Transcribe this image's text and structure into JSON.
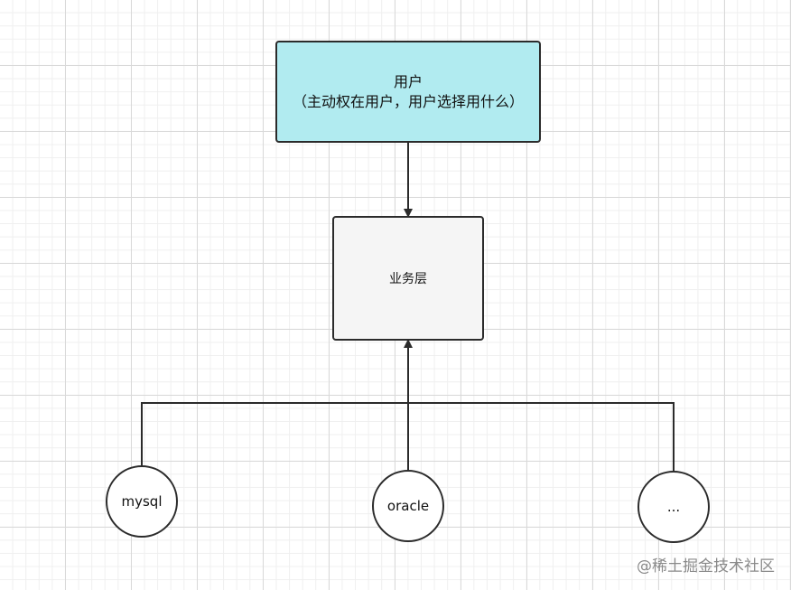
{
  "diagram": {
    "user_box": {
      "line1": "用户",
      "line2": "（主动权在用户，用户选择用什么）",
      "fill": "#b1ebf0"
    },
    "business_box": {
      "label": "业务层",
      "fill": "#f5f5f5"
    },
    "databases": [
      {
        "label": "mysql"
      },
      {
        "label": "oracle"
      },
      {
        "label": "..."
      }
    ],
    "stroke_color": "#2b2b2b"
  },
  "watermark": "@稀土掘金技术社区"
}
